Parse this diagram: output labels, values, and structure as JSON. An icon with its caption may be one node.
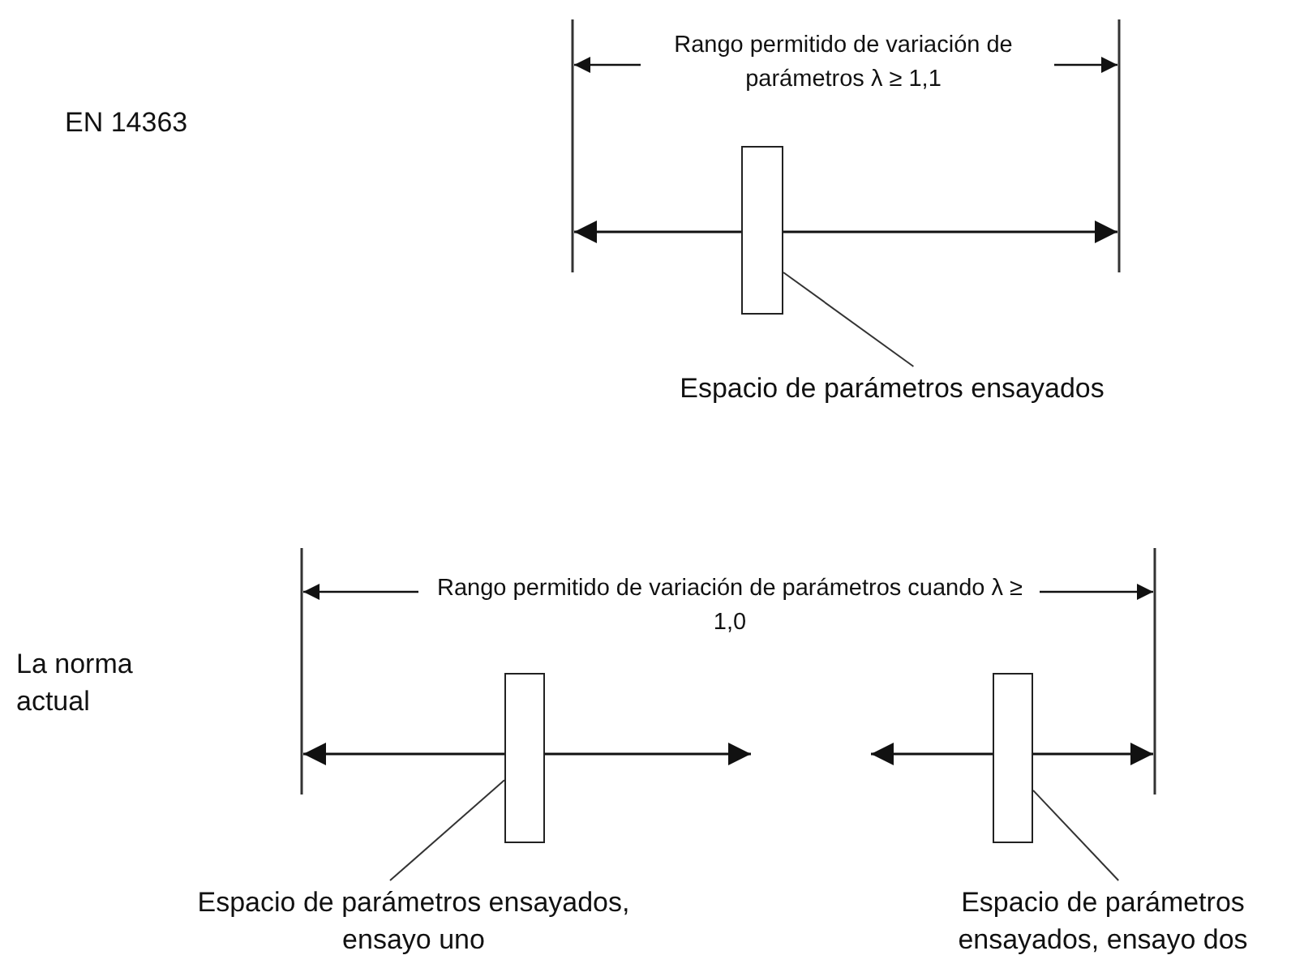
{
  "diagram": {
    "nodes": [
      {
        "text": [],
        "shape": "box"
      },
      {
        "text": [
          "Espacio de parámetros ensayados"
        ]
      },
      {
        "text": [],
        "shape": "box"
      },
      {
        "text": [],
        "shape": "box"
      },
      {
        "text": [
          "Espacio de parámetros ensayados, ensayo uno"
        ]
      },
      {
        "text": [
          "Espacio de parámetros ensayados, ensayo dos"
        ]
      }
    ],
    "edges": [
      {
        "from": 1,
        "to": 0,
        "arrow": "none"
      },
      {
        "from": 4,
        "to": 2,
        "arrow": "none"
      },
      {
        "from": 5,
        "to": 3,
        "arrow": "none"
      }
    ],
    "labels": [
      "EN 14363",
      "Rango permitido de variación de parámetros λ ≥ 1,1",
      "La norma actual",
      "Rango permitido de variación de parámetros cuando λ ≥ 1,0"
    ]
  }
}
